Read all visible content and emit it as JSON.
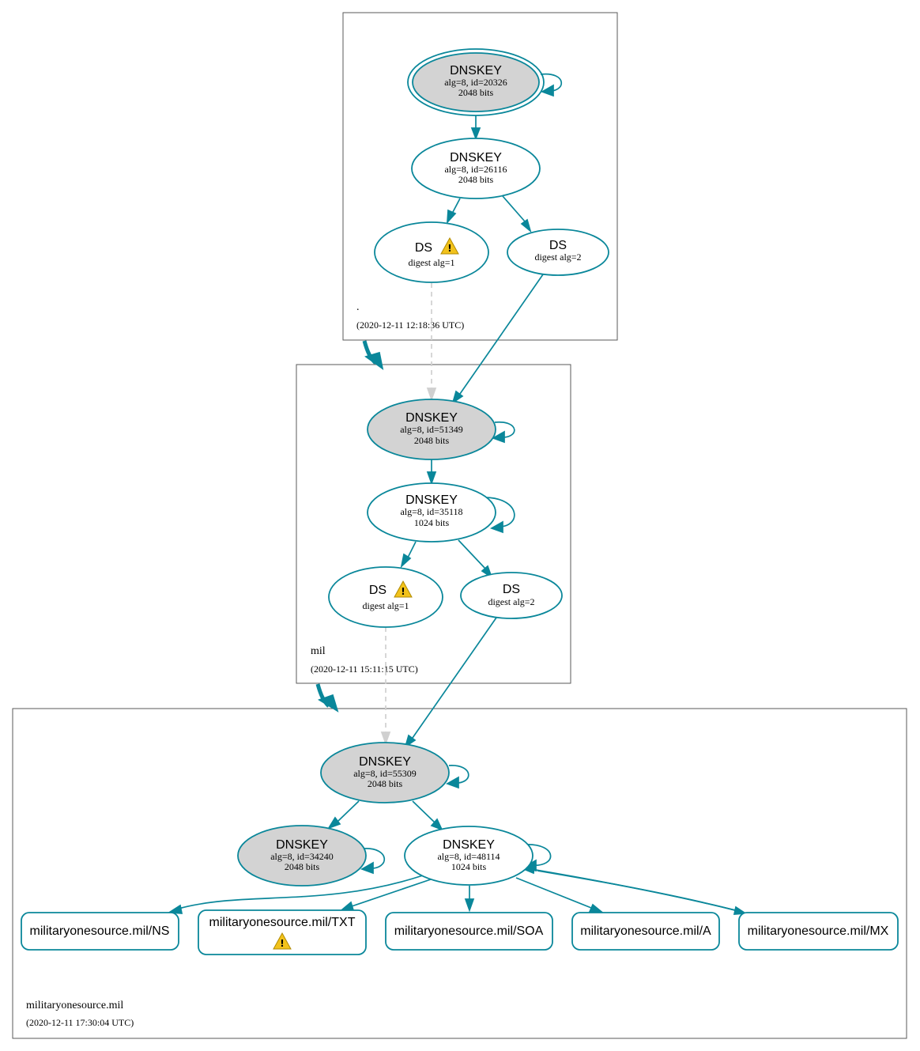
{
  "zones": [
    {
      "name": ".",
      "timestamp": "(2020-12-11 12:18:36 UTC)"
    },
    {
      "name": "mil",
      "timestamp": "(2020-12-11 15:11:15 UTC)"
    },
    {
      "name": "militaryonesource.mil",
      "timestamp": "(2020-12-11 17:30:04 UTC)"
    }
  ],
  "nodes": {
    "root_ksk": {
      "title": "DNSKEY",
      "line1": "alg=8, id=20326",
      "line2": "2048 bits"
    },
    "root_zsk": {
      "title": "DNSKEY",
      "line1": "alg=8, id=26116",
      "line2": "2048 bits"
    },
    "root_ds1": {
      "title": "DS",
      "line1": "digest alg=1"
    },
    "root_ds2": {
      "title": "DS",
      "line1": "digest alg=2"
    },
    "mil_ksk": {
      "title": "DNSKEY",
      "line1": "alg=8, id=51349",
      "line2": "2048 bits"
    },
    "mil_zsk": {
      "title": "DNSKEY",
      "line1": "alg=8, id=35118",
      "line2": "1024 bits"
    },
    "mil_ds1": {
      "title": "DS",
      "line1": "digest alg=1"
    },
    "mil_ds2": {
      "title": "DS",
      "line1": "digest alg=2"
    },
    "mos_ksk": {
      "title": "DNSKEY",
      "line1": "alg=8, id=55309",
      "line2": "2048 bits"
    },
    "mos_key2": {
      "title": "DNSKEY",
      "line1": "alg=8, id=34240",
      "line2": "2048 bits"
    },
    "mos_zsk": {
      "title": "DNSKEY",
      "line1": "alg=8, id=48114",
      "line2": "1024 bits"
    }
  },
  "records": {
    "ns": "militaryonesource.mil/NS",
    "txt": "militaryonesource.mil/TXT",
    "soa": "militaryonesource.mil/SOA",
    "a": "militaryonesource.mil/A",
    "mx": "militaryonesource.mil/MX"
  },
  "colors": {
    "edge": "#0a879a",
    "ksk_fill": "#d3d3d3",
    "dashed_edge": "#d0d0d0",
    "warning": "#f2c21b"
  }
}
